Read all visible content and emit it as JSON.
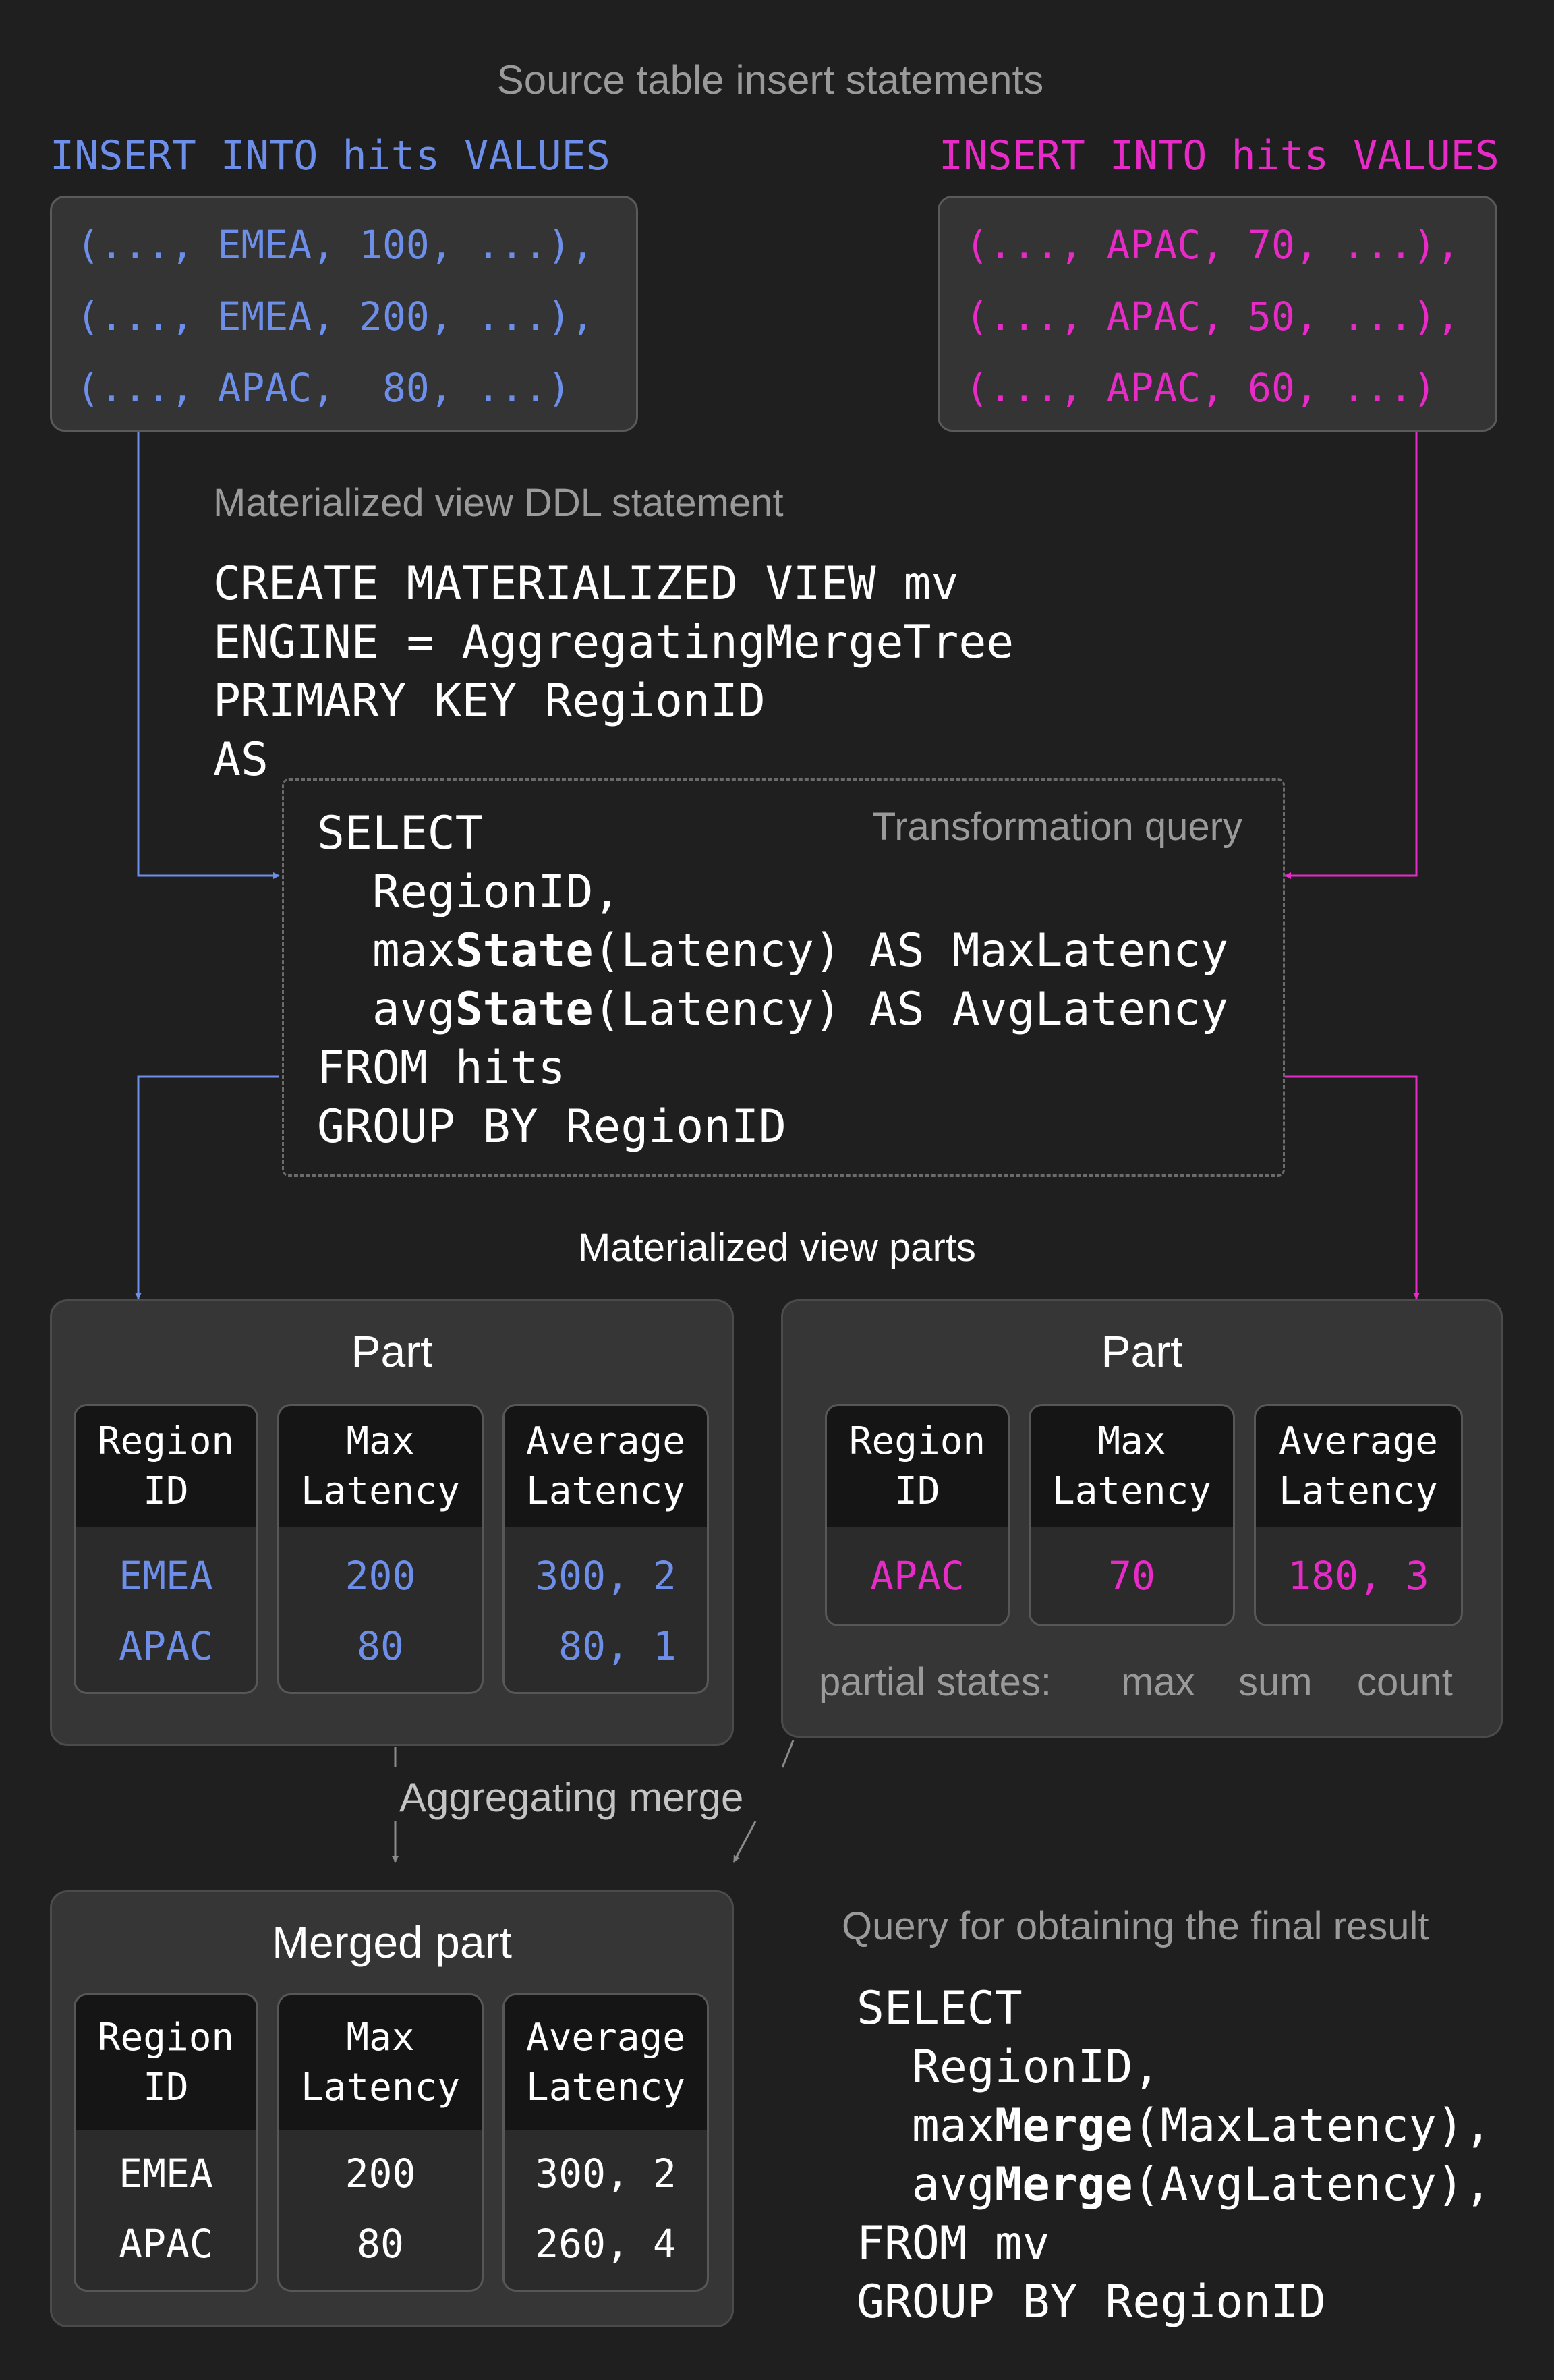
{
  "source": {
    "title": "Source table insert statements",
    "left": {
      "header": "INSERT INTO hits VALUES",
      "rows": [
        "(..., EMEA, 100, ...),",
        "(..., EMEA, 200, ...),",
        "(..., APAC,  80, ...)"
      ]
    },
    "right": {
      "header": "INSERT INTO hits VALUES",
      "rows": [
        "(..., APAC, 70, ...),",
        "(..., APAC, 50, ...),",
        "(..., APAC, 60, ...)"
      ]
    }
  },
  "ddl": {
    "title": "Materialized view DDL statement",
    "lines": [
      "CREATE MATERIALIZED VIEW mv",
      "ENGINE = AggregatingMergeTree",
      "PRIMARY KEY RegionID",
      "AS"
    ]
  },
  "transform": {
    "label": "Transformation query",
    "l1": "SELECT",
    "l2": "  RegionID,",
    "l3a": "  max",
    "l3b": "State",
    "l3c": "(Latency) AS MaxLatency",
    "l4a": "  avg",
    "l4b": "State",
    "l4c": "(Latency) AS AvgLatency",
    "l5": "FROM hits",
    "l6": "GROUP BY RegionID"
  },
  "parts_label": "Materialized view parts",
  "part_left": {
    "title": "Part",
    "cols": [
      {
        "h1": "Region",
        "h2": "ID",
        "v": [
          "EMEA",
          "APAC"
        ]
      },
      {
        "h1": "Max",
        "h2": "Latency",
        "v": [
          "200",
          "80"
        ]
      },
      {
        "h1": "Average",
        "h2": "Latency",
        "v": [
          "300, 2",
          " 80, 1"
        ]
      }
    ]
  },
  "part_right": {
    "title": "Part",
    "cols": [
      {
        "h1": "Region",
        "h2": "ID",
        "v": [
          "APAC"
        ]
      },
      {
        "h1": "Max",
        "h2": "Latency",
        "v": [
          "70"
        ]
      },
      {
        "h1": "Average",
        "h2": "Latency",
        "v": [
          "180, 3"
        ]
      }
    ],
    "partial_label": "partial states:",
    "partial_max": "max",
    "partial_sum": "sum",
    "partial_count": "count"
  },
  "merge_label": "Aggregating merge",
  "merged": {
    "title": "Merged part",
    "cols": [
      {
        "h1": "Region",
        "h2": "ID",
        "v": [
          "EMEA",
          "APAC"
        ]
      },
      {
        "h1": "Max",
        "h2": "Latency",
        "v": [
          "200",
          "80"
        ]
      },
      {
        "h1": "Average",
        "h2": "Latency",
        "v": [
          "300, 2",
          "260, 4"
        ]
      }
    ]
  },
  "final": {
    "title": "Query for obtaining the final result",
    "l1": "SELECT",
    "l2": "  RegionID,",
    "l3a": "  max",
    "l3b": "Merge",
    "l3c": "(MaxLatency),",
    "l4a": "  avg",
    "l4b": "Merge",
    "l4c": "(AvgLatency),",
    "l5": "FROM mv",
    "l6": "GROUP BY RegionID"
  },
  "colors": {
    "blue": "#6d8fe9",
    "pink": "#e62bc7",
    "grey_arrow": "#8a8a8a"
  }
}
